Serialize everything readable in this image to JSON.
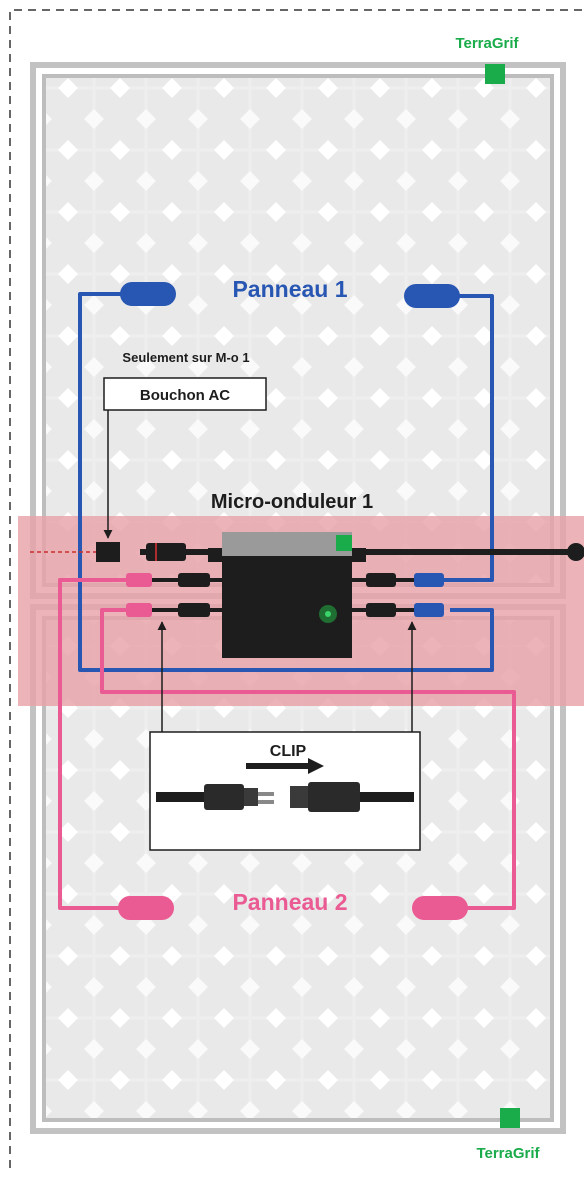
{
  "brand_top": "TerraGrif",
  "brand_bottom": "TerraGrif",
  "panel1_label": "Panneau 1",
  "panel2_label": "Panneau 2",
  "note_label": "Seulement sur M-o 1",
  "cap_label": "Bouchon AC",
  "micro_label": "Micro-onduleur 1",
  "clip_label": "CLIP",
  "colors": {
    "panel1_wire": "#2756b3",
    "panel2_wire": "#ea5a93",
    "brand": "#1aab4a",
    "highlight": "#e79aa2",
    "inverter": "#1d1d1d",
    "frame": "#b8b8b8",
    "cell": "#efefef"
  }
}
